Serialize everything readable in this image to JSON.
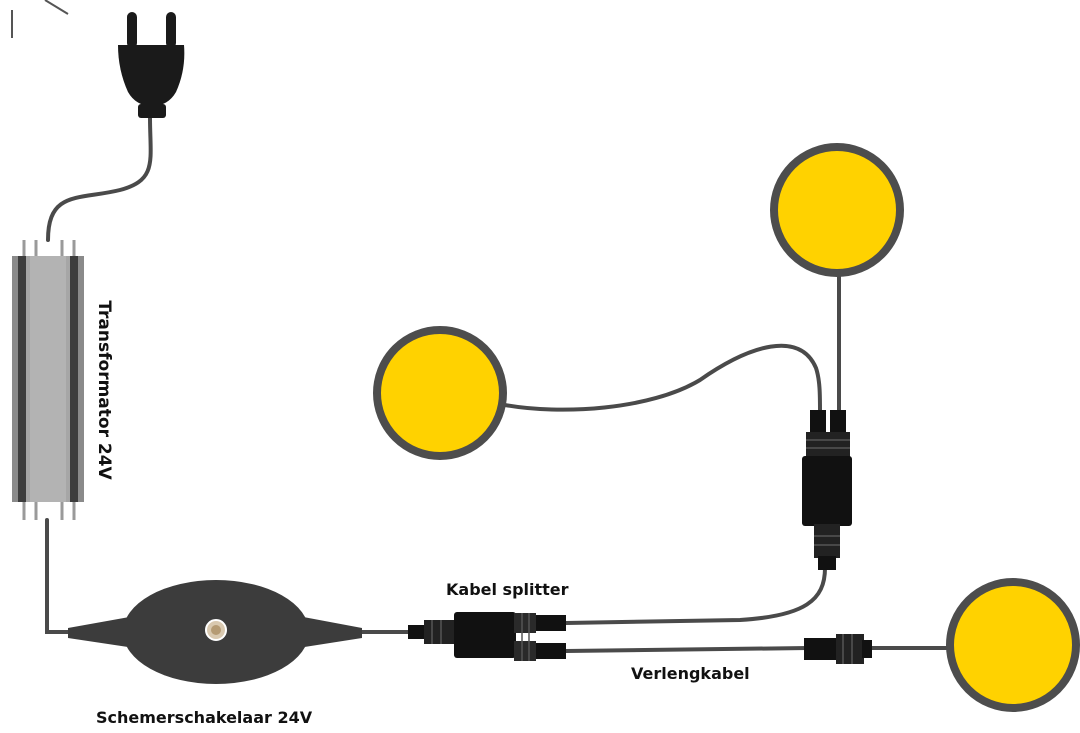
{
  "labels": {
    "transformer": "Transformator 24V",
    "dimmer": "Schemerschakelaar 24V",
    "splitter": "Kabel splitter",
    "extension": "Verlengkabel"
  },
  "colors": {
    "background": "#ffffff",
    "cable": "#4a4a4a",
    "lamp_fill": "#ffd200",
    "lamp_rim": "#4d4d4d",
    "dimmer_body": "#3c3c3c",
    "transformer_body": "#a6a6a6",
    "connector": "#111111",
    "plug": "#1a1a1a"
  },
  "icons": [
    "power-plug-icon",
    "dimmer-knob-icon"
  ]
}
